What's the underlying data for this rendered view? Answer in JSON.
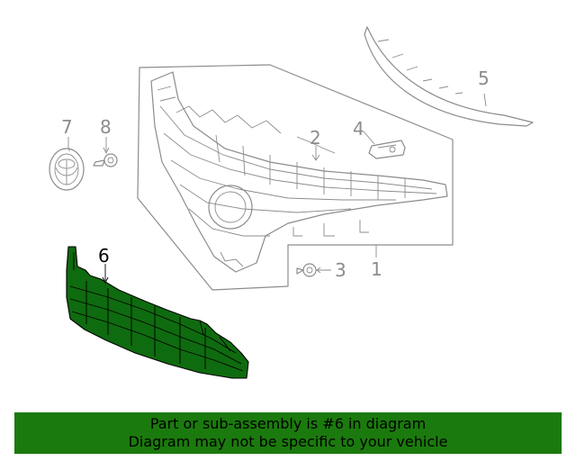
{
  "diagram": {
    "callouts": {
      "c1": "1",
      "c2": "2",
      "c3": "3",
      "c4": "4",
      "c5": "5",
      "c6": "6",
      "c7": "7",
      "c8": "8"
    },
    "highlight_color": "#0f6b0f",
    "line_color": "#8c8c8c"
  },
  "banner": {
    "line1": "Part or sub-assembly is #6 in diagram",
    "line2": "Diagram may not be specific to your vehicle",
    "background": "#1b7a0d"
  }
}
